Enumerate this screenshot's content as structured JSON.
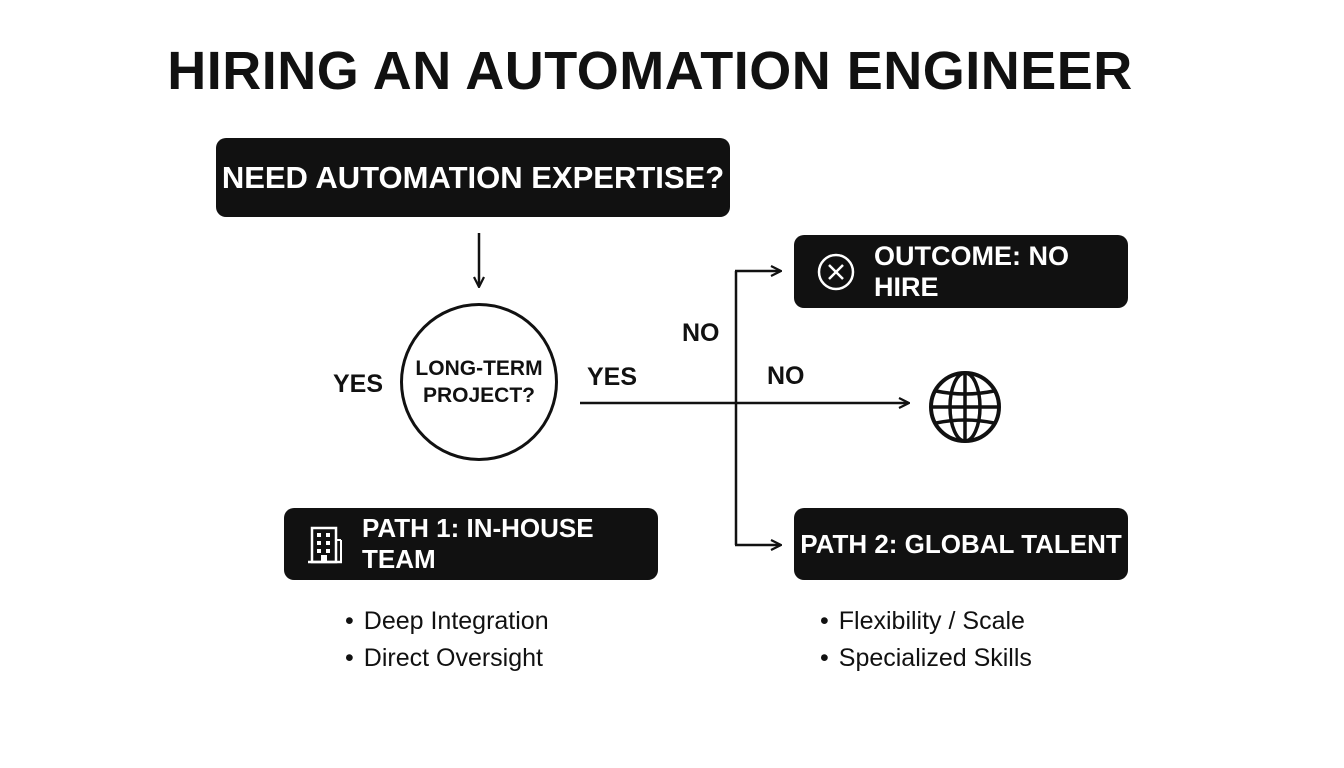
{
  "title": "HIRING AN AUTOMATION ENGINEER",
  "start": {
    "label": "NEED AUTOMATION EXPERTISE?"
  },
  "decision": {
    "line1": "LONG-TERM",
    "line2": "PROJECT?"
  },
  "labels": {
    "yes_left": "YES",
    "yes_right": "YES",
    "no_upper": "NO",
    "no_middle": "NO"
  },
  "outcome_no_hire": {
    "label": "OUTCOME: NO HIRE",
    "icon": "x-circle-icon"
  },
  "path1": {
    "label": "PATH 1: IN-HOUSE TEAM",
    "icon": "office-building-icon",
    "bullets": [
      "Deep Integration",
      "Direct Oversight"
    ]
  },
  "path2": {
    "label": "PATH 2: GLOBAL TALENT",
    "bullets": [
      "Flexibility / Scale",
      "Specialized Skills"
    ]
  },
  "globe": {
    "icon": "globe-icon"
  },
  "colors": {
    "box_fill": "#111111",
    "box_text": "#ffffff",
    "line": "#111111"
  }
}
